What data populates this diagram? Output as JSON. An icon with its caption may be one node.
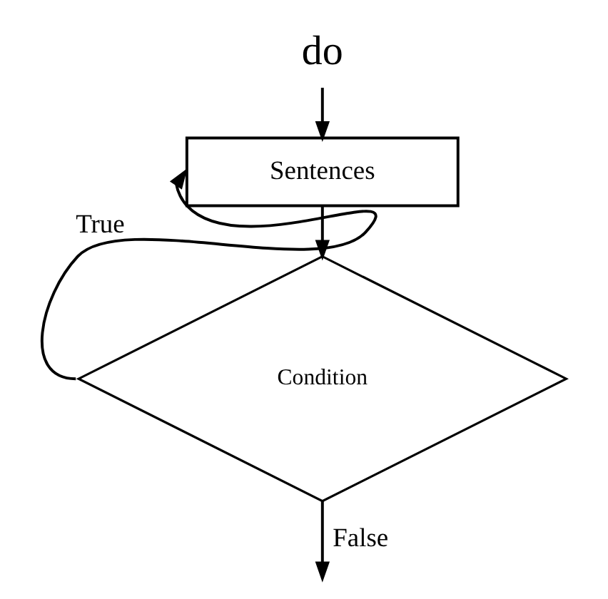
{
  "diagram": {
    "nodes": [
      {
        "text": [
          "do"
        ]
      },
      {
        "text": [
          "Sentences"
        ]
      },
      {
        "text": [
          "Condition"
        ]
      }
    ],
    "edges": [
      {
        "from": 0,
        "to": 1,
        "arrow": "to"
      },
      {
        "from": 1,
        "to": 2,
        "arrow": "to"
      },
      {
        "from": 2,
        "to": 1,
        "arrow": "to",
        "label": "True"
      },
      {
        "from": 2,
        "to": null,
        "arrow": "to",
        "label": "False"
      }
    ]
  }
}
